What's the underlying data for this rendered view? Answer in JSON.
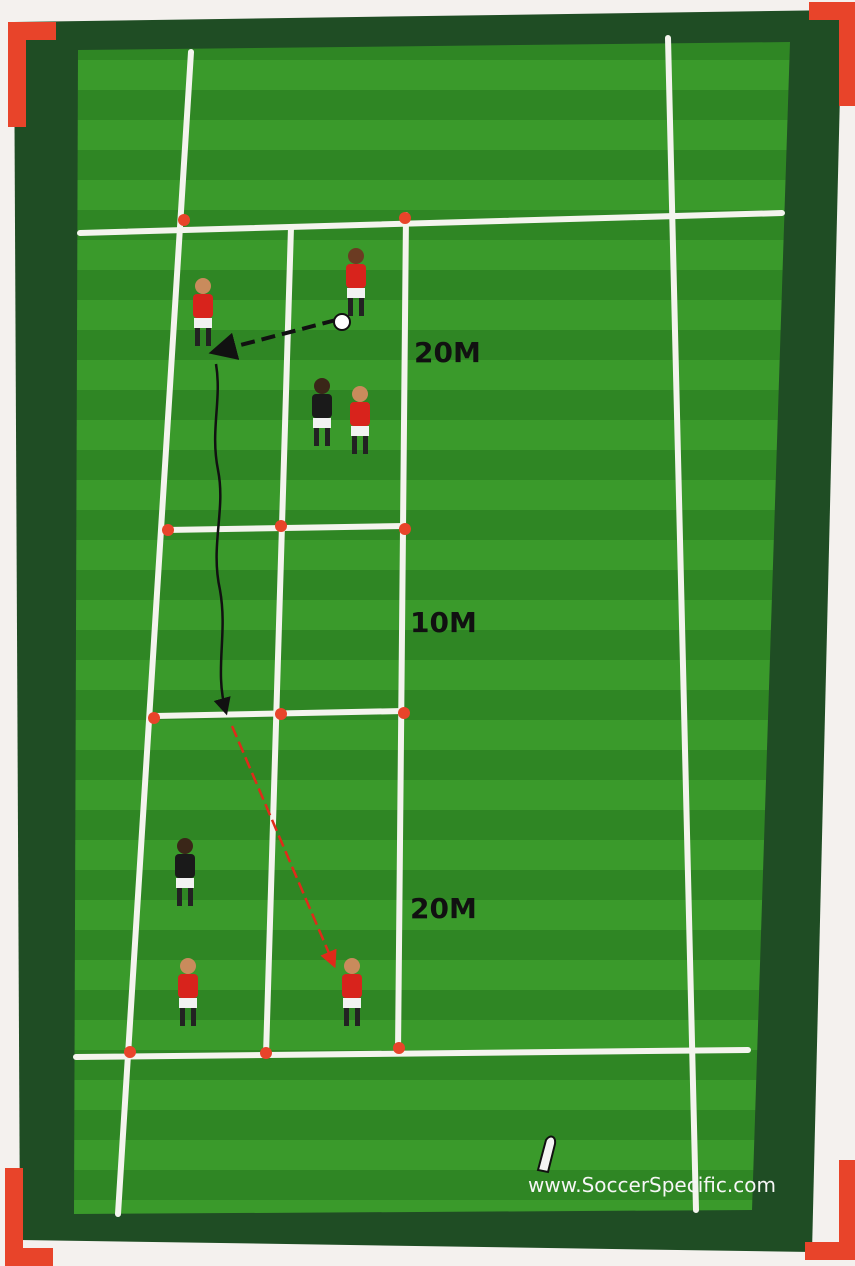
{
  "diagram": {
    "labels": {
      "zone_top": "20M",
      "zone_middle": "10M",
      "zone_bottom": "20M"
    },
    "watermark": "www.SoccerSpecific.com",
    "colors": {
      "team_a": "#d8231c",
      "team_b": "#1a1a1a",
      "pitch_light": "#3b9b2c",
      "pitch_dark": "#2f8524",
      "cone": "#e8442a"
    }
  }
}
